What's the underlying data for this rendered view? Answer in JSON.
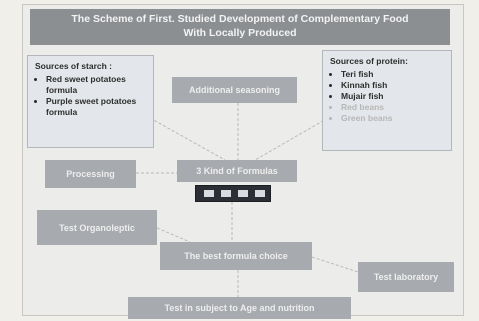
{
  "diagram": {
    "title_line1": "The Scheme of First. Studied Development of Complementary Food",
    "title_line2": "With Locally Produced",
    "starch": {
      "title": "Sources of starch :",
      "items": [
        "Red sweet potatoes formula",
        "Purple sweet potatoes formula"
      ]
    },
    "protein": {
      "title": "Sources of protein:",
      "items": [
        "Teri fish",
        "Kinnah fish",
        "Mujair fish",
        "Red beans",
        "Green beans"
      ]
    },
    "boxes": {
      "seasoning": "Additional seasoning",
      "processing": "Processing",
      "formulas": "3 Kind of Formulas",
      "organoleptic": "Test Organoleptic",
      "best_formula": "The best formula choice",
      "laboratory": "Test laboratory",
      "final_test": "Test in subject to Age and nutrition"
    }
  }
}
